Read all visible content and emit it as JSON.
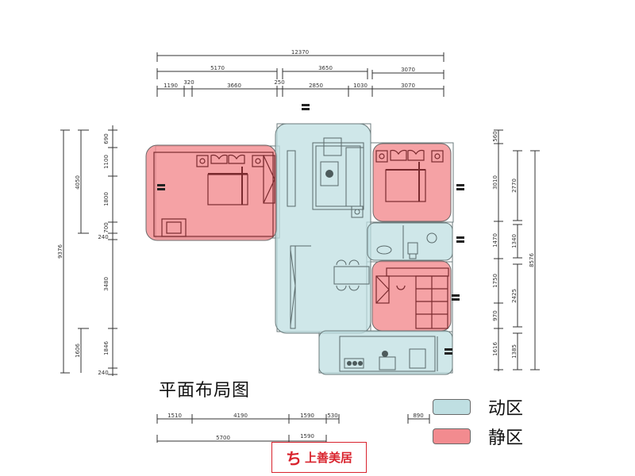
{
  "plan": {
    "title": "平面布局图",
    "colors": {
      "dynamic_zone": "#bfdfe2",
      "static_zone": "#f28b8f",
      "dim_line": "#333333",
      "wall": "#5f6f70"
    }
  },
  "legend": [
    {
      "label": "动区",
      "color": "#bfdfe2"
    },
    {
      "label": "静区",
      "color": "#f28b8f"
    }
  ],
  "dimensions": {
    "top_total": "12370",
    "top_row2": [
      "5170",
      "3650",
      "3070"
    ],
    "top_row3": [
      "1190",
      "320",
      "3660",
      "250",
      "2850",
      "1030",
      "3070"
    ],
    "left_total": "9376",
    "left_mid": [
      "4050",
      "1606"
    ],
    "left_inner": [
      "690",
      "1100",
      "1800",
      "700",
      "240",
      "3480",
      "1846",
      "240"
    ],
    "right_inner": [
      "560",
      "3010",
      "1470",
      "1750",
      "970",
      "1616"
    ],
    "right_mid": [
      "2770",
      "1340",
      "2425",
      "1385"
    ],
    "right_total": "8576",
    "bottom_row1": [
      "1510",
      "4190",
      "1590",
      "530",
      "890"
    ],
    "bottom_row2": [
      "5700",
      "1590"
    ]
  },
  "rooms": [
    {
      "name": "master-bedroom",
      "zone": "static"
    },
    {
      "name": "living-room",
      "zone": "dynamic"
    },
    {
      "name": "second-bedroom",
      "zone": "static"
    },
    {
      "name": "bathroom",
      "zone": "dynamic"
    },
    {
      "name": "study-room",
      "zone": "static"
    },
    {
      "name": "kitchen",
      "zone": "dynamic"
    }
  ],
  "logo": {
    "text": "上善美居",
    "mark": "ち"
  }
}
